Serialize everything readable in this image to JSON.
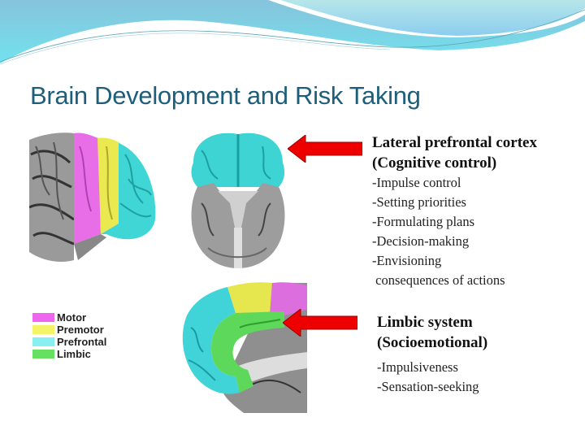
{
  "slide": {
    "title": "Brain Development and Risk Taking",
    "colors": {
      "title": "#1d5f7a",
      "arrow": "#ee0000",
      "motor": "#ee66ee",
      "premotor": "#f2f25a",
      "prefrontal": "#5fe0e0",
      "limbic": "#66e060"
    }
  },
  "legend": {
    "items": [
      {
        "label": "Motor",
        "color": "#ee66ee"
      },
      {
        "label": "Premotor",
        "color": "#f4f466"
      },
      {
        "label": "Prefrontal",
        "color": "#88f0f0"
      },
      {
        "label": "Limbic",
        "color": "#66e060"
      }
    ]
  },
  "lateral": {
    "heading_line1": "Lateral prefrontal cortex",
    "heading_line2": "(Cognitive control)",
    "items": [
      "-Impulse control",
      "-Setting priorities",
      "-Formulating plans",
      "-Decision-making",
      "-Envisioning",
      " consequences of actions"
    ]
  },
  "limbic": {
    "heading_line1": "Limbic system",
    "heading_line2": "(Socioemotional)",
    "items": [
      "-Impulsiveness",
      "-Sensation-seeking"
    ]
  },
  "figures": {
    "lateral_view": "brain-lateral-view",
    "ventral_view": "brain-ventral-view",
    "medial_view": "brain-medial-view"
  }
}
